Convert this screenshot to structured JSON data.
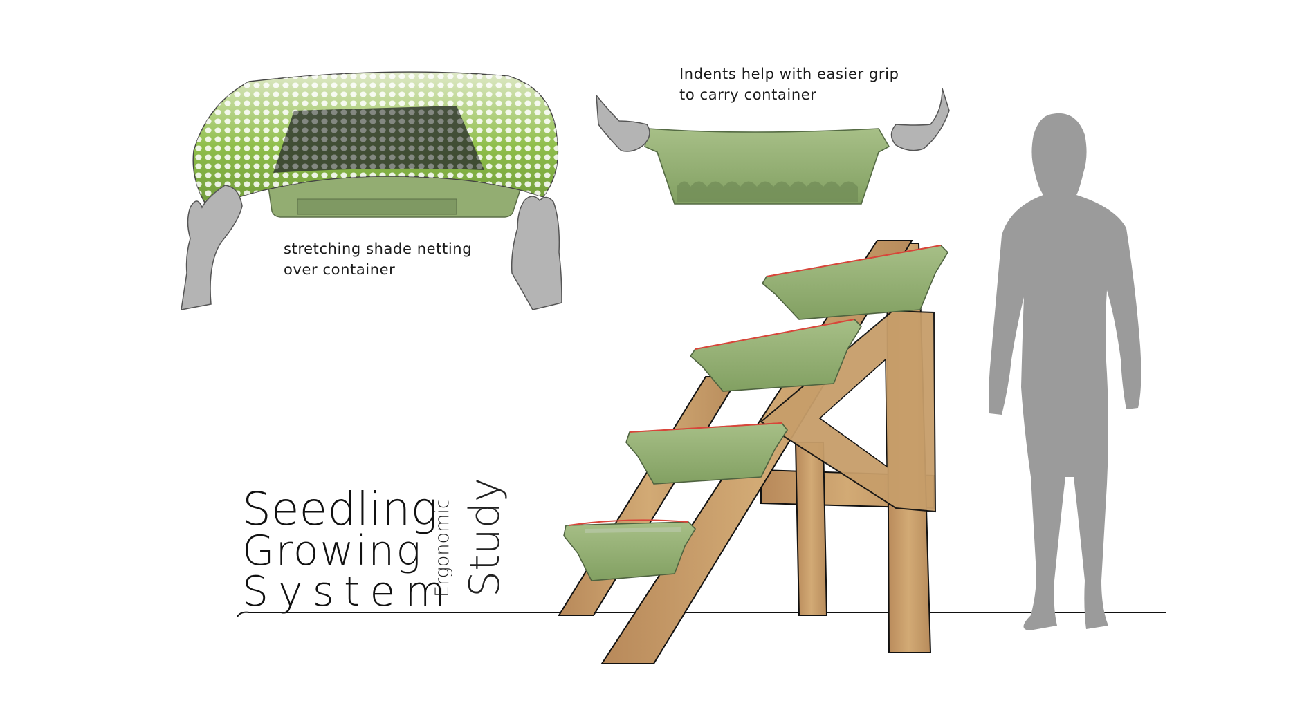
{
  "title": {
    "line1": "Seedling",
    "line2": "Growing",
    "line3": "System",
    "side_small": "Ergonomic",
    "side_large": "Study"
  },
  "annotations": {
    "netting": [
      "stretching shade netting",
      "over container"
    ],
    "indents": [
      "Indents help with easier grip",
      "to carry container"
    ]
  },
  "colors": {
    "container_green": "#93ad72",
    "container_dark_green": "#6f8a55",
    "wood": "#c9a06a",
    "wood_dark": "#a87d48",
    "silhouette": "#9b9b9b",
    "hand_gray": "#b4b4b4",
    "seal_red": "#d9453a"
  }
}
